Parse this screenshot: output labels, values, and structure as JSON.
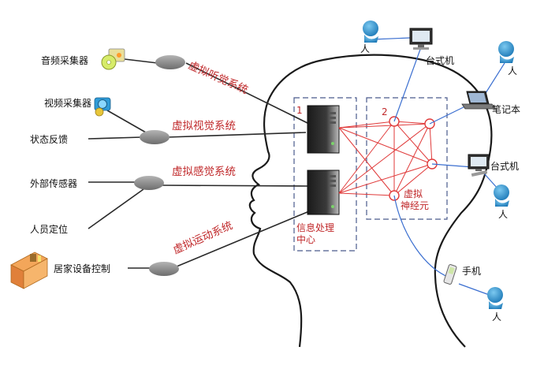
{
  "inputs": {
    "audio_collector": "音频采集器",
    "video_collector": "视频采集器",
    "status_feedback": "状态反馈",
    "external_sensor": "外部传感器",
    "personnel_location": "人员定位",
    "home_control": "居家设备控制"
  },
  "systems": {
    "auditory": "虚拟听觉系统",
    "visual": "虚拟视觉系统",
    "sensory": "虚拟感觉系统",
    "motor": "虚拟运动系统"
  },
  "center": {
    "number": "1",
    "label_line1": "信息处理",
    "label_line2": "中心"
  },
  "neurons": {
    "number": "2",
    "label_line1": "虚拟",
    "label_line2": "神经元"
  },
  "devices": {
    "desktop_top": "台式机",
    "laptop": "笔记本",
    "desktop_right": "台式机",
    "phone": "手机"
  },
  "person_label": "人",
  "colors": {
    "system_text": "#c0282a",
    "network_lines": "#e03a3a",
    "blue_lines": "#3b6fd0",
    "dashed_box": "#4a5a8c",
    "person": "#1e86c4"
  }
}
